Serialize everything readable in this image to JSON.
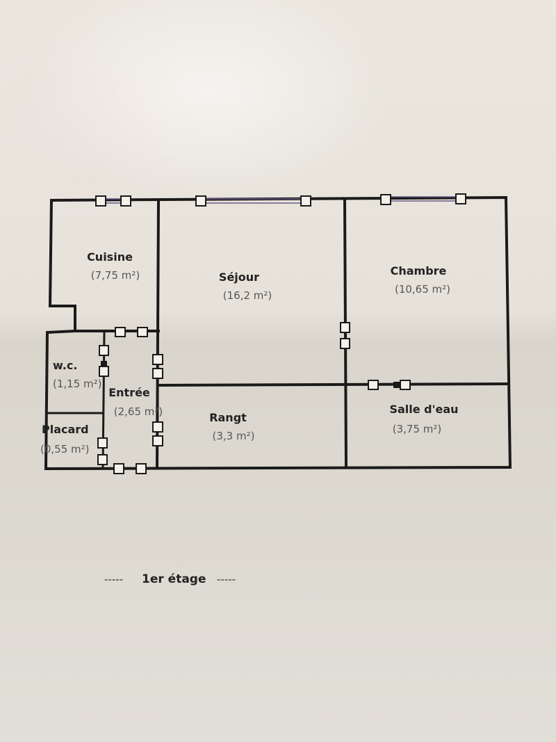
{
  "plan": {
    "rooms": [
      {
        "id": "cuisine",
        "name": "Cuisine",
        "area": "(7,75 m²)"
      },
      {
        "id": "sejour",
        "name": "Séjour",
        "area": "(16,2 m²)"
      },
      {
        "id": "chambre",
        "name": "Chambre",
        "area": "(10,65 m²)"
      },
      {
        "id": "wc",
        "name": "w.c.",
        "area": "(1,15 m²)"
      },
      {
        "id": "entree",
        "name": "Entrée",
        "area": "(2,65 m²)"
      },
      {
        "id": "placard",
        "name": "Placard",
        "area": "(0,55 m²)"
      },
      {
        "id": "rangt",
        "name": "Rangt",
        "area": "(3,3 m²)"
      },
      {
        "id": "salle-eau",
        "name": "Salle d'eau",
        "area": "(3,75 m²)"
      }
    ],
    "caption": {
      "dash_left": "-----",
      "text": "1er étage",
      "dash_right": "-----"
    },
    "colors": {
      "wall": "#1a1a1a",
      "window": "#6a5a8a",
      "paper": "#e8e4dc"
    }
  }
}
